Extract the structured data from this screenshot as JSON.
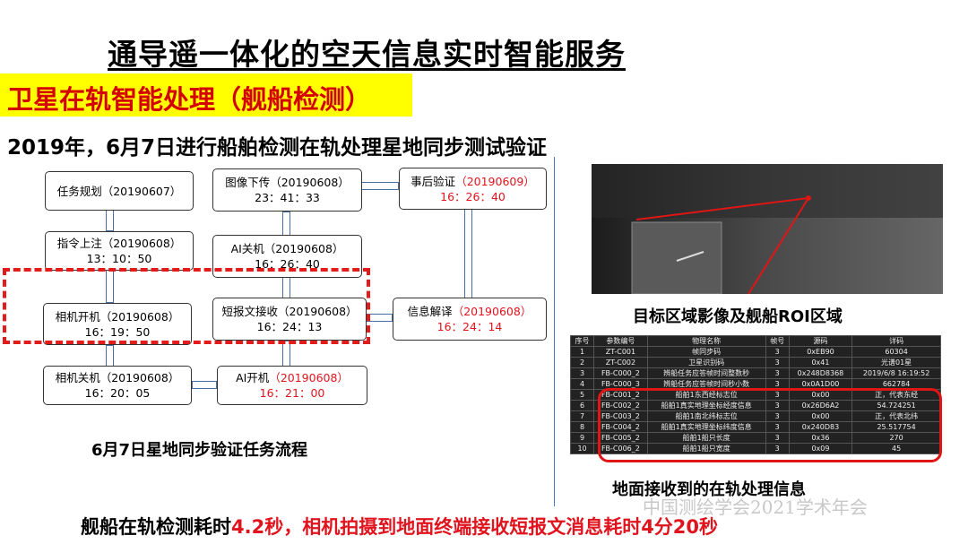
{
  "title": "通导遥一体化的空天信息实时智能服务",
  "section": "卫星在轨智能处理（舰船检测）",
  "subtitle": "2019年，6月7日进行船舶检测在轨处理星地同步测试验证",
  "flow": {
    "caption": "6月7日星地同步验证任务流程",
    "nodes": [
      {
        "label": "任务规划（20190607）",
        "time": ""
      },
      {
        "label": "指令上注（20190608）",
        "time": "13：10：50"
      },
      {
        "label": "相机开机（20190608）",
        "time": "16：19：50"
      },
      {
        "label": "相机关机（20190608）",
        "time": "16：20：05"
      },
      {
        "label": "图像下传（20190608）",
        "time": "23：41：33"
      },
      {
        "label": "AI关机（20190608）",
        "time": "16：26：40"
      },
      {
        "label": "短报文接收（20190608）",
        "time": "16：24：13"
      },
      {
        "label": "AI开机",
        "date": "（20190608）",
        "time": "16：21：00"
      },
      {
        "label": "事后验证",
        "date": "（20190609）",
        "time": "16：26：40"
      },
      {
        "label": "信息解译",
        "date": "（20190608）",
        "time": "16：24：14"
      }
    ]
  },
  "image_caption": "目标区域影像及舰船ROI区域",
  "table": {
    "caption": "地面接收到的在轨处理信息",
    "headers": [
      "序号",
      "参数编号",
      "物理名称",
      "帧号",
      "源码",
      "详码"
    ],
    "rows": [
      [
        "1",
        "ZT-C001",
        "帧同步码",
        "3",
        "0xEB90",
        "60304"
      ],
      [
        "2",
        "ZT-C002",
        "卫星识别码",
        "3",
        "0x41",
        "光谱01星"
      ],
      [
        "3",
        "FB-C000_2",
        "辨船任务应答帧时间整数秒",
        "3",
        "0x248D8368",
        "2019/6/8  16:19:52"
      ],
      [
        "4",
        "FB-C000_3",
        "辨船任务应答帧时间秒小数",
        "3",
        "0x0A1D00",
        "662784"
      ],
      [
        "5",
        "FB-C001_2",
        "船舶1东西经标志位",
        "3",
        "0x00",
        "正，代表东经"
      ],
      [
        "6",
        "FB-C002_2",
        "船舶1真实地理坐标经度信息",
        "3",
        "0x26D6A2",
        "54.724251"
      ],
      [
        "7",
        "FB-C003_2",
        "船舶1南北纬标志位",
        "3",
        "0x00",
        "正，代表北纬"
      ],
      [
        "8",
        "FB-C004_2",
        "船舶1真实地理坐标纬度信息",
        "3",
        "0x240D83",
        "25.517754"
      ],
      [
        "9",
        "FB-C005_2",
        "船舶1船只长度",
        "3",
        "0x36",
        "270"
      ],
      [
        "10",
        "FB-C006_2",
        "船舶1船只宽度",
        "3",
        "0x09",
        "45"
      ]
    ]
  },
  "watermark": "中国测绘学会2021学术年会",
  "bottom": {
    "a": "舰船在轨检测耗时",
    "b": "4.2秒，相机拍摄到地面终端接收短报文消息耗时4分20秒"
  }
}
